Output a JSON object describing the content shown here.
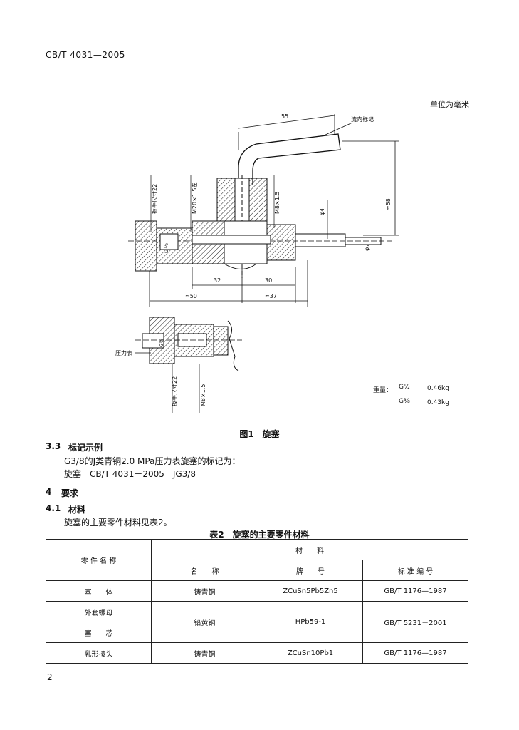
{
  "header": {
    "standard_code": "CB/T 4031—2005"
  },
  "unit_note": "单位为毫米",
  "figure": {
    "caption": "图1　旋塞",
    "labels": {
      "flow_mark": "流向标记",
      "dim_55": "55",
      "dim_58": "≈58",
      "phi4": "φ4",
      "phi7": "φ7",
      "g_half": "G½",
      "g_three_eighths": "G⅜",
      "m8": "M8×1.5",
      "m8_2": "M8×1.5",
      "dim_32": "32",
      "dim_30": "30",
      "dim_50": "≈50",
      "dim_37": "≈37",
      "wrench_a": "扳手尺寸22",
      "wrench_b": "扳手尺寸22",
      "m20": "M20×1.5左",
      "pressure_gauge": "压力表"
    },
    "weights": {
      "label": "重量：",
      "row1_size": "G½",
      "row1_value": "0.46kg",
      "row2_size": "G⅜",
      "row2_value": "0.43kg"
    }
  },
  "section_3_3": {
    "number": "3.3",
    "title": "标记示例",
    "line1": "G3/8的J类青铜2.0 MPa压力表旋塞的标记为：",
    "line2": "旋塞　CB/T 4031－2005　JG3/8"
  },
  "section_4": {
    "number": "4",
    "title": "要求"
  },
  "section_4_1": {
    "number": "4.1",
    "title": "材料",
    "line1": "旋塞的主要零件材料见表2。"
  },
  "table2": {
    "title": "表2　旋塞的主要零件材料",
    "header_part": "零 件 名 称",
    "header_material": "材　　料",
    "header_name": "名　　称",
    "header_grade": "牌　　号",
    "header_std": "标 准 编 号",
    "rows": [
      {
        "part": "塞　　体",
        "name": "铸青铜",
        "grade": "ZCuSn5Pb5Zn5",
        "std": "GB/T 1176—1987"
      },
      {
        "part": "外套螺母",
        "name": "铅黄铜",
        "grade": "HPb59-1",
        "std": "GB/T 5231－2001"
      },
      {
        "part": "塞　　芯"
      },
      {
        "part": "乳形接头",
        "name": "铸青铜",
        "grade": "ZCuSn10Pb1",
        "std": "GB/T 1176—1987"
      }
    ]
  },
  "page_number": "2"
}
